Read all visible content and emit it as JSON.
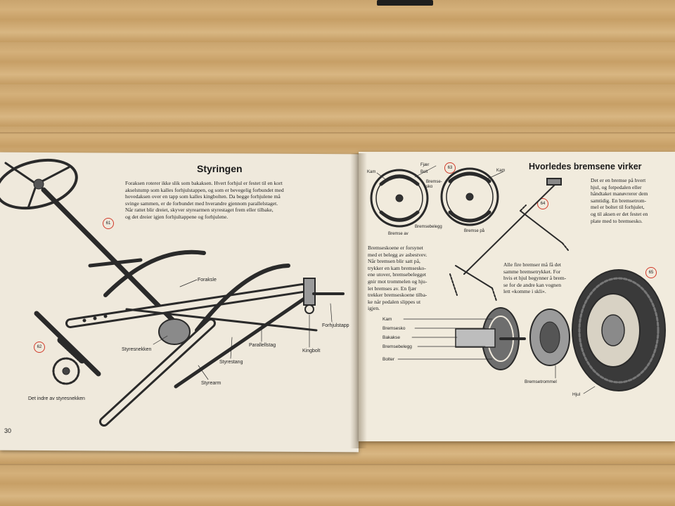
{
  "left_page": {
    "title": "Styringen",
    "paragraph_lines": [
      "Foraksen roterer ikke slik som bakaksen. Hvert forhjul er festet til en kort",
      "akselstump som kalles forhjulstappen, og som er bevegelig forbundet med",
      "hovedaksen over en tapp som kalles kingbolten. Da begge forhjulene må",
      "svinge sammen, er de forbundet med hverandre gjennom parallelstaget.",
      "Når rattet blir dreiet, skyver styrearmen styrestaget frem eller tilbake,",
      "og det dreier igjen forhjultappene og forhjulene."
    ],
    "figure_numbers": [
      "61",
      "62"
    ],
    "labels": {
      "foraksle": "Foraksle",
      "styresnekken": "Styresnekken",
      "parallellstag": "Parallellstag",
      "forhjulstapp": "Forhjulstapp",
      "kingbolt": "Kingbolt",
      "styrestang": "Styrestang",
      "styrearm": "Styrearm",
      "indre": "Det indre av styresnekken"
    },
    "page_number": "30"
  },
  "right_page": {
    "title": "Hvorledes bremsene virker",
    "intro_lines": [
      "Det er en bremse på hvert",
      "hjul, og fotpedalen eller",
      "håndtaket manøvrerer dem",
      "samtidig. En bremsetrom-",
      "mel er boltet til forhjulet,",
      "og til aksen er det festet en",
      "plate med to bremsesko."
    ],
    "left_text_lines": [
      "Bremseskoene er forsynet",
      "med et belegg av asbestvev.",
      "Når bremsen blir satt på,",
      "trykker en kam bremsesko-",
      "ene utover, bremsebelegget",
      "gnir mot trommelen og hju-",
      "let bremses av. En fjær",
      "trekker bremseskoene tilba-",
      "ke når pedalen slippes ut",
      "igjen."
    ],
    "middle_text_lines": [
      "Alle fire bremser må få det",
      "samme bremsetrykket. For",
      "hvis et hjul begynner å brem-",
      "se for de andre kan vognen",
      "lett «komme i skli»."
    ],
    "figure_numbers": [
      "63",
      "64",
      "65"
    ],
    "drum_labels": {
      "kam_left": "Kam",
      "fjaer": "Fjær",
      "bolt": "Bolt",
      "bremsesko": "Bremse-\nsko",
      "kam_right": "Kam",
      "bremse_av": "Bremse av",
      "bremsebelegg": "Bremsebelegg",
      "bremse_pa": "Bremse på"
    },
    "exploded_labels": [
      "Kam",
      "Bremsesko",
      "Bakaksе",
      "Bremsebelegg",
      "Bolter"
    ],
    "bremsetrommel": "Bremsetrommel",
    "hjul": "Hjul"
  },
  "colors": {
    "paper": "#efe9dc",
    "ink": "#1f1f1f",
    "figure_ring": "#d23a2a",
    "table": "#cfa974"
  }
}
